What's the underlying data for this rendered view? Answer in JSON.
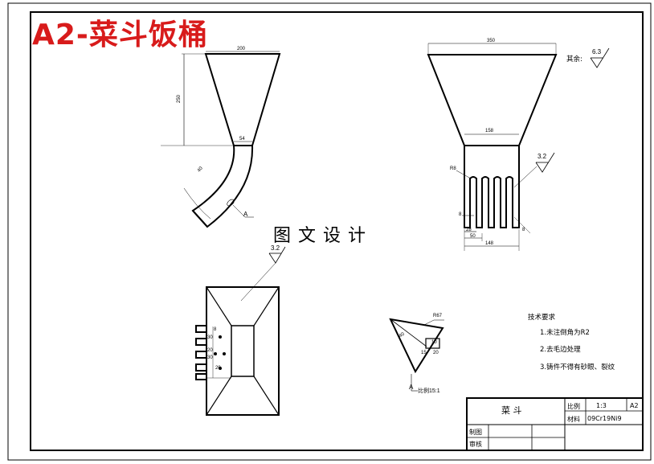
{
  "title": "A2-菜斗饭桶",
  "watermark": "图文设计",
  "other_finish_label": "其余:",
  "roughness_main": "6.3",
  "roughness_right": "3.2",
  "roughness_top": "3.2",
  "dims": {
    "front_top_width": "200",
    "front_height": "250",
    "front_neck": "54",
    "front_arc": "40",
    "front_section": "A",
    "side_top_width": "350",
    "side_neck_width": "158",
    "side_radius": "R8",
    "side_tooth_w1": "28",
    "side_tooth_w2": "50",
    "side_tooth_w3": "8",
    "side_total": "148",
    "side_left": "8",
    "detail_r": "R67",
    "detail_a": "40",
    "detail_b": "10",
    "detail_c": "15",
    "detail_d": "20",
    "detail_label": "A",
    "detail_scale": "比例15:1",
    "plan_a": "8",
    "plan_b": "30",
    "plan_c": "20",
    "plan_d": "30",
    "plan_e": "20"
  },
  "tech_notes": {
    "heading": "技术要求",
    "items": [
      "1.未注倒角为R2",
      "2.去毛边处理",
      "3.铸件不得有砂眼、裂纹"
    ]
  },
  "title_block": {
    "name": "菜  斗",
    "scale_label": "比例",
    "scale_value": "1:3",
    "sheet_size": "A2",
    "material_label": "材料",
    "material_value": "09Cr19Ni9",
    "drawn_label": "制图",
    "review_label": "审核"
  }
}
